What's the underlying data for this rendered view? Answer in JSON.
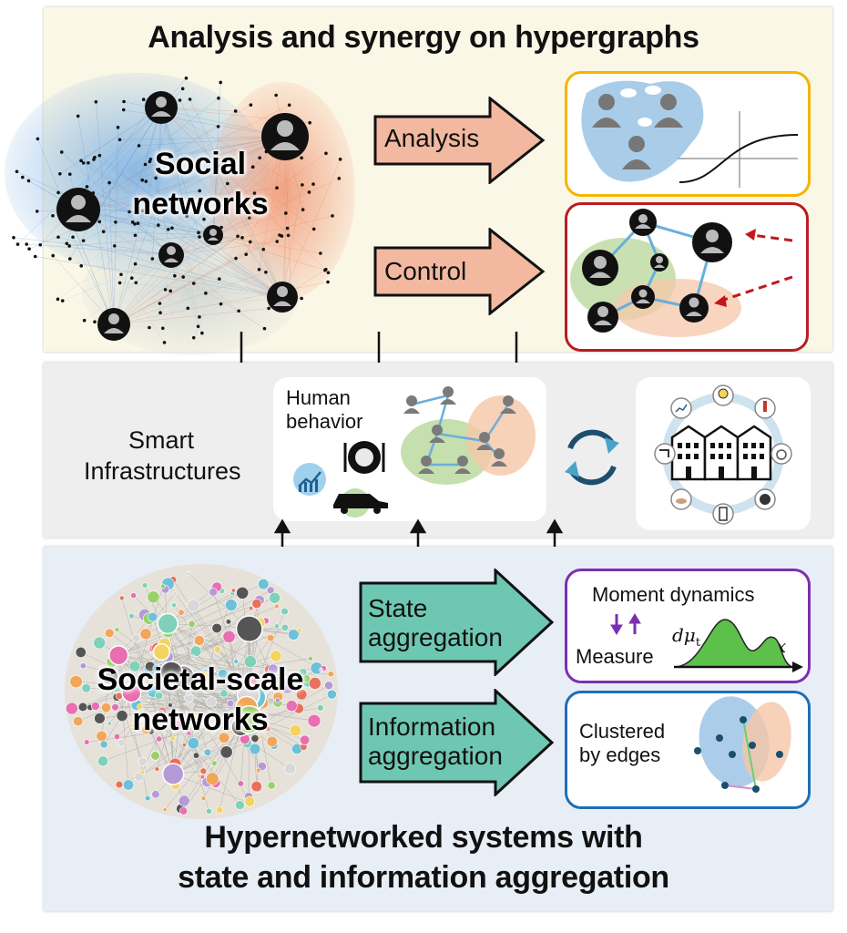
{
  "top": {
    "title": "Analysis and synergy on hypergraphs",
    "social_label_line1": "Social",
    "social_label_line2": "networks",
    "analysis_label": "Analysis",
    "control_label": "Control"
  },
  "middle": {
    "smart_line1": "Smart",
    "smart_line2": "Infrastructures",
    "human_line1": "Human",
    "human_line2": "behavior"
  },
  "bottom": {
    "societal_line1": "Societal-scale",
    "societal_line2": "networks",
    "state_line1": "State",
    "state_line2": "aggregation",
    "info_line1": "Information",
    "info_line2": "aggregation",
    "moment_label": "Moment dynamics",
    "measure_label": "Measure",
    "dmu_label": "dμ",
    "dmu_sub": "t",
    "x_label": "x",
    "clustered_line1": "Clustered",
    "clustered_line2": "by edges",
    "title_line1": "Hypernetworked systems with",
    "title_line2": "state and information aggregation"
  },
  "colors": {
    "analysis_box": "#f4b400",
    "control_box": "#b81d24",
    "moment_box": "#7b2fb0",
    "cluster_box": "#1f6fb4",
    "top_arrow": "#f2b9a0",
    "bottom_arrow": "#6ec7b2"
  },
  "icons": [
    "person-icon",
    "lightbulb-icon",
    "thermometer-icon",
    "washing-machine-icon",
    "wheel-icon",
    "faucet-icon",
    "phone-icon",
    "chart-icon",
    "plate-icon",
    "car-icon",
    "building-icon",
    "cycle-arrows-icon"
  ]
}
